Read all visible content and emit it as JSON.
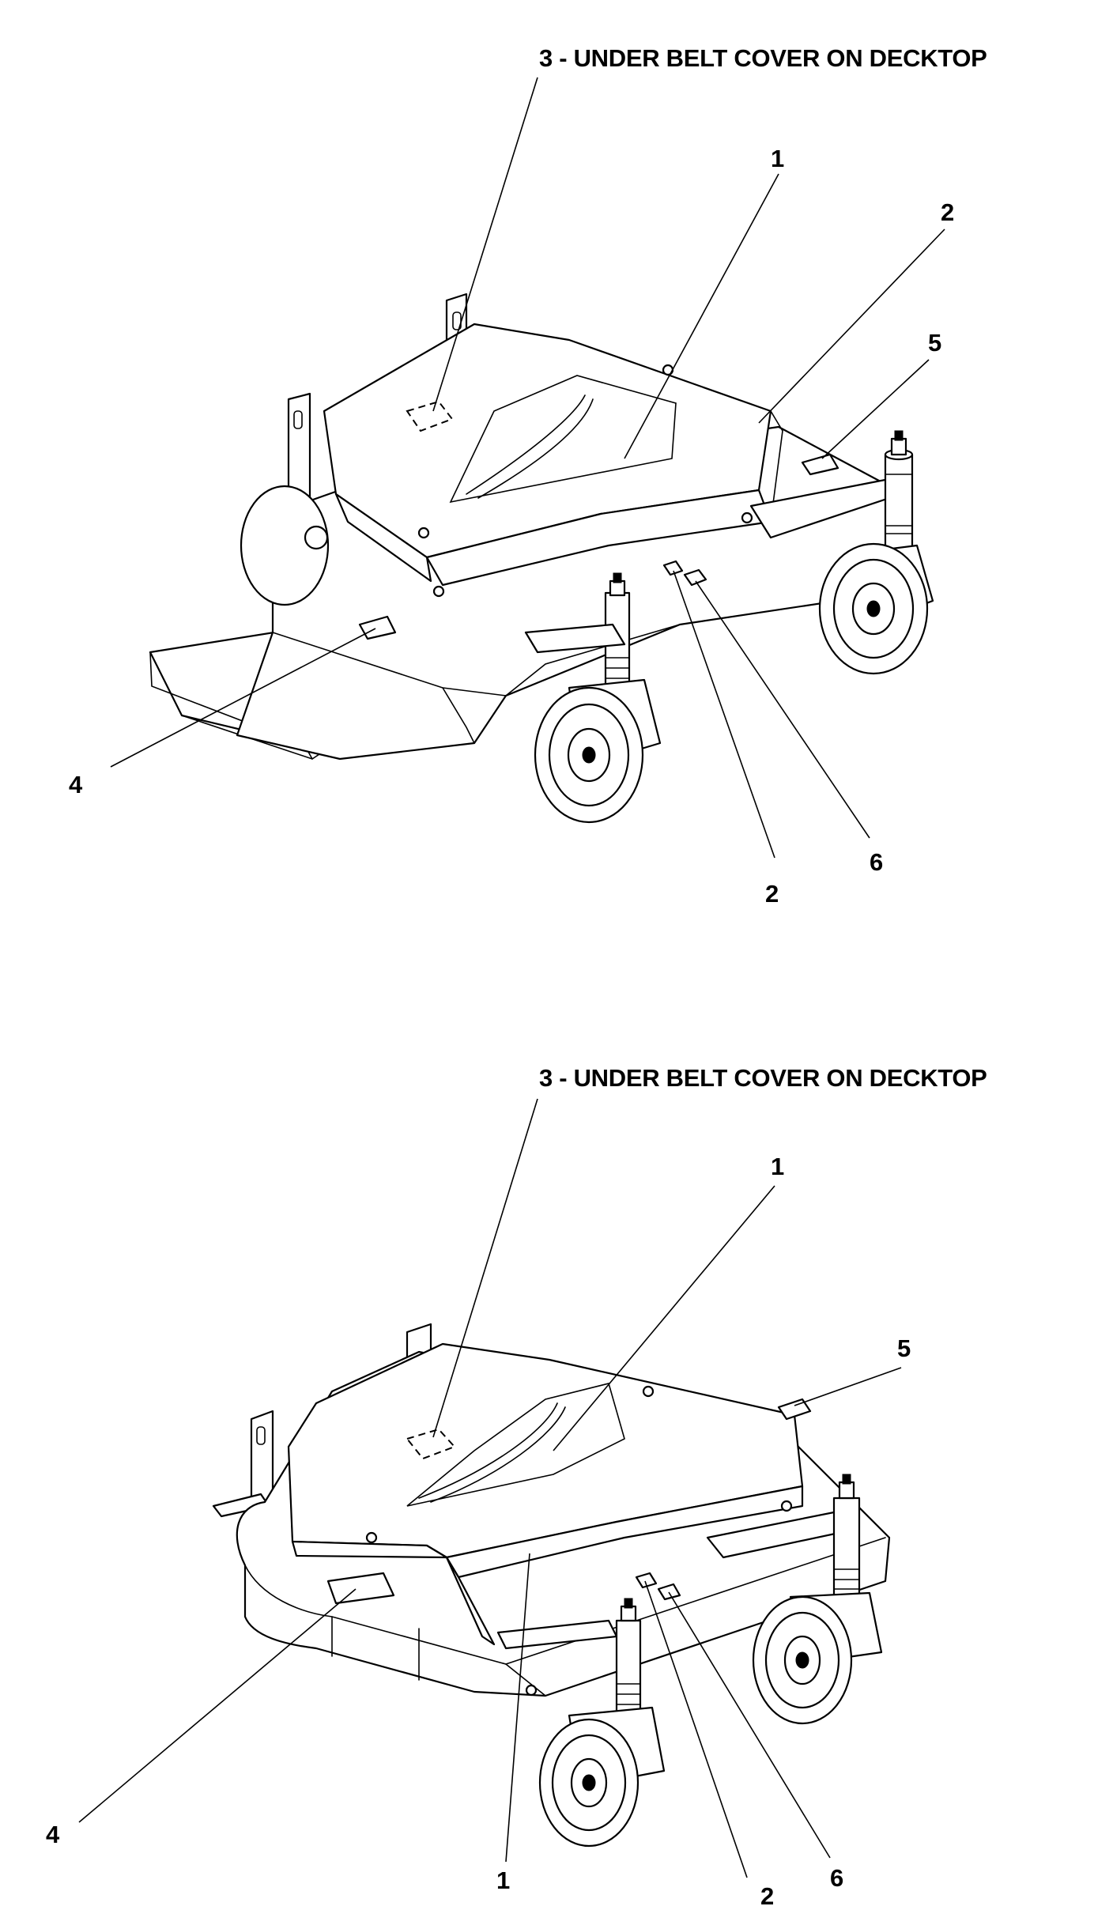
{
  "top_view": {
    "title": "3 - UNDER BELT COVER ON DECKTOP",
    "callouts": {
      "c1": "1",
      "c2a": "2",
      "c5": "5",
      "c4": "4",
      "c2b": "2",
      "c6": "6"
    }
  },
  "bottom_view": {
    "title": "3 - UNDER BELT COVER ON DECKTOP",
    "callouts": {
      "c1a": "1",
      "c5": "5",
      "c4": "4",
      "c1b": "1",
      "c2": "2",
      "c6": "6"
    }
  },
  "colors": {
    "ink": "#000000",
    "paper": "#ffffff"
  }
}
